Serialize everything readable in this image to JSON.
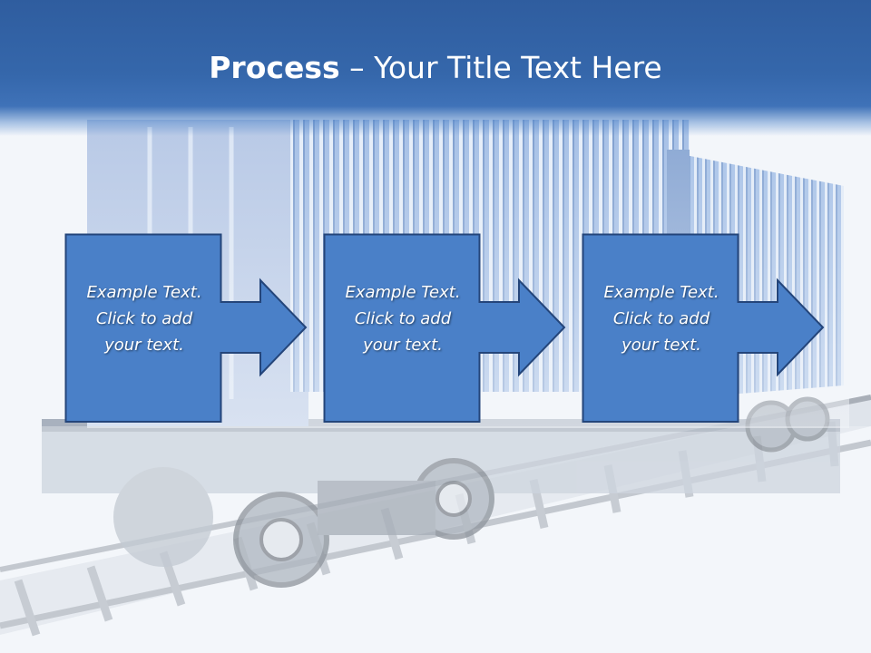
{
  "title": {
    "bold": "Process",
    "rest": " – Your Title Text Here"
  },
  "steps": [
    {
      "lines": [
        "Example Text.",
        "Click  to add",
        "your text."
      ]
    },
    {
      "lines": [
        "Example Text.",
        "Click  to add",
        "your text."
      ]
    },
    {
      "lines": [
        "Example Text.",
        "Click  to add",
        "your text."
      ]
    }
  ],
  "colors": {
    "header": "#3567ab",
    "box_fill": "#4a80c8",
    "box_stroke": "#24457a",
    "text": "#ffffff"
  },
  "background": {
    "icon": "freight-train-container-car-image"
  }
}
